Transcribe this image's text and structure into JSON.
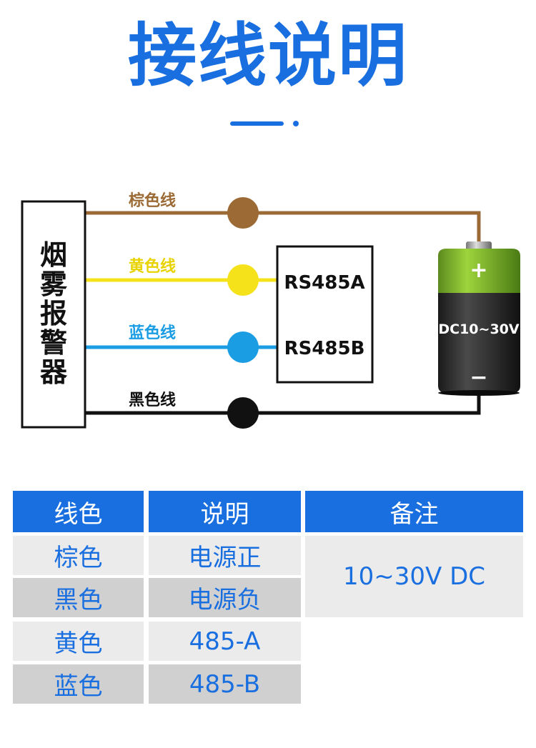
{
  "title": "接线说明",
  "colors": {
    "accent": "#1a6fe0",
    "brown": "#9b6a35",
    "yellow": "#f5e21a",
    "blue": "#1b9de4",
    "black": "#111111"
  },
  "device_label": "烟雾报警器",
  "wires": {
    "brown": "棕色线",
    "yellow": "黄色线",
    "blue": "蓝色线",
    "black": "黑色线"
  },
  "rs485": {
    "a": "RS485A",
    "b": "RS485B"
  },
  "battery": {
    "plus": "+",
    "minus": "−",
    "label": "DC10~30V"
  },
  "table": {
    "headers": [
      "线色",
      "说明",
      "备注"
    ],
    "rows": [
      {
        "color": "棕色",
        "desc": "电源正"
      },
      {
        "color": "黑色",
        "desc": "电源负"
      },
      {
        "color": "黄色",
        "desc": "485-A"
      },
      {
        "color": "蓝色",
        "desc": "485-B"
      }
    ],
    "note": "10~30V DC"
  }
}
